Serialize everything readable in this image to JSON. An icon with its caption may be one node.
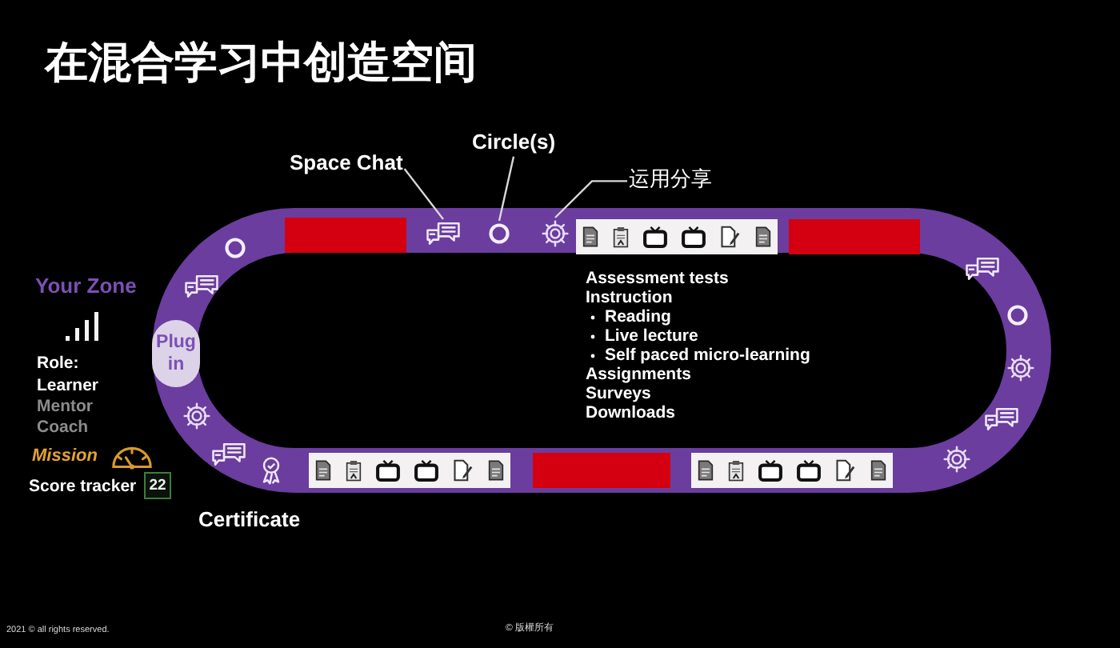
{
  "diagram": {
    "title": "在混合学习中创造空间",
    "nodes": [
      {
        "text": [
          "Space Chat"
        ]
      },
      {
        "text": [],
        "shape": "picture"
      },
      {
        "text": [
          "Circle(s)"
        ]
      },
      {
        "text": [],
        "shape": "circle"
      },
      {
        "text": [
          "运用分享"
        ]
      },
      {
        "text": [],
        "shape": "picture"
      },
      {
        "text": [
          "Plug in"
        ]
      },
      {
        "text": [
          "22"
        ],
        "beside": [
          "Score tracker"
        ]
      }
    ],
    "edges": [
      {
        "from": 0,
        "to": 1,
        "arrow": "none"
      },
      {
        "from": 2,
        "to": 3,
        "arrow": "none"
      },
      {
        "from": 4,
        "to": 5,
        "arrow": "none"
      }
    ],
    "labels": [
      "Your Zone",
      "Role:",
      "Learner",
      "Mentor",
      "Coach",
      "Mission",
      "Assessment tests",
      "Instruction",
      "Reading",
      "Live lecture",
      "Self paced micro-learning",
      "Assignments",
      "Surveys",
      "Downloads",
      "Certificate",
      "2021 © all rights reserved.",
      "© 版權所有"
    ]
  }
}
